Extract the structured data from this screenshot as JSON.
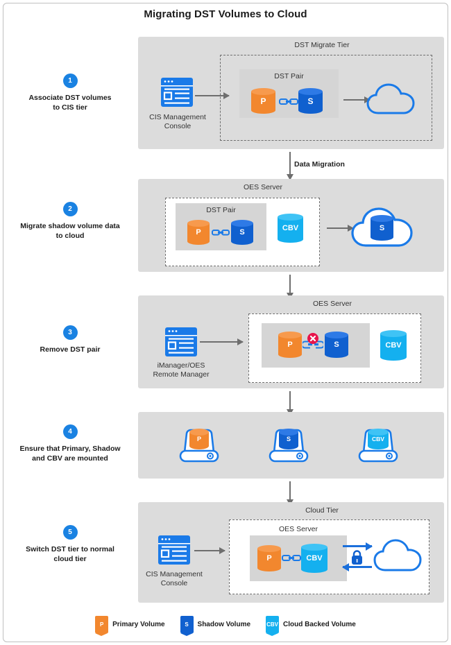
{
  "title": "Migrating DST Volumes to Cloud",
  "colors": {
    "orange": "#f2872e",
    "blue": "#1060cf",
    "cyan": "#14b0ef",
    "accent": "#1a82e2",
    "panel": "#dcdcdc",
    "arrow": "#6e6e6e",
    "error": "#e8144b"
  },
  "steps": [
    {
      "number": "1",
      "text_line1": "Associate DST volumes",
      "text_line2": "to CIS tier"
    },
    {
      "number": "2",
      "text_line1": "Migrate shadow volume data",
      "text_line2": "to cloud"
    },
    {
      "number": "3",
      "text_line1": "Remove DST pair",
      "text_line2": ""
    },
    {
      "number": "4",
      "text_line1": "Ensure that Primary, Shadow",
      "text_line2": "and CBV are mounted"
    },
    {
      "number": "5",
      "text_line1": "Switch DST tier to normal",
      "text_line2": "cloud tier"
    }
  ],
  "stage1": {
    "tier_label": "DST Migrate Tier",
    "pair_label": "DST Pair",
    "console_caption_line1": "CIS Management",
    "console_caption_line2": "Console",
    "primary_label": "P",
    "shadow_label": "S"
  },
  "flow1": {
    "label": "Data Migration"
  },
  "stage2": {
    "server_label": "OES Server",
    "pair_label": "DST Pair",
    "primary_label": "P",
    "shadow_label": "S",
    "cbv_label": "CBV",
    "cloud_volume_label": "S"
  },
  "stage3": {
    "server_label": "OES Server",
    "console_caption_line1": "iManager/OES",
    "console_caption_line2": "Remote Manager",
    "primary_label": "P",
    "shadow_label": "S",
    "cbv_label": "CBV",
    "break_icon": "x-circle-icon"
  },
  "stage4": {
    "drives": [
      {
        "label": "P",
        "color": "orange"
      },
      {
        "label": "S",
        "color": "blue"
      },
      {
        "label": "CBV",
        "color": "cyan"
      }
    ]
  },
  "stage5": {
    "tier_label": "Cloud Tier",
    "server_label": "OES Server",
    "console_caption_line1": "CIS Management",
    "console_caption_line2": "Console",
    "primary_label": "P",
    "cbv_label": "CBV",
    "lock_icon": "lock-icon"
  },
  "legend": [
    {
      "chip": "P",
      "label": "Primary Volume",
      "color": "orange"
    },
    {
      "chip": "S",
      "label": "Shadow Volume",
      "color": "blue"
    },
    {
      "chip": "CBV",
      "label": "Cloud Backed Volume",
      "color": "cyan"
    }
  ]
}
